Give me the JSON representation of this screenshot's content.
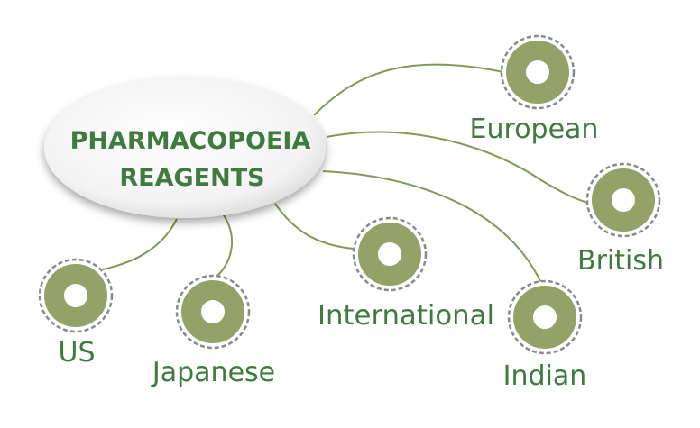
{
  "colors": {
    "text": "#3f7a3f",
    "ring": "#94a267",
    "connector": "#7f9a56",
    "dash": "#8a8a8a",
    "hub_fill": "#f4f4f4"
  },
  "hub": {
    "line1": "PHARMACOPOEIA",
    "line2": "REAGENTS"
  },
  "nodes": [
    {
      "id": "european",
      "label": "European"
    },
    {
      "id": "british",
      "label": "British"
    },
    {
      "id": "indian",
      "label": "Indian"
    },
    {
      "id": "international",
      "label": "International"
    },
    {
      "id": "japanese",
      "label": "Japanese"
    },
    {
      "id": "us",
      "label": "US"
    }
  ]
}
